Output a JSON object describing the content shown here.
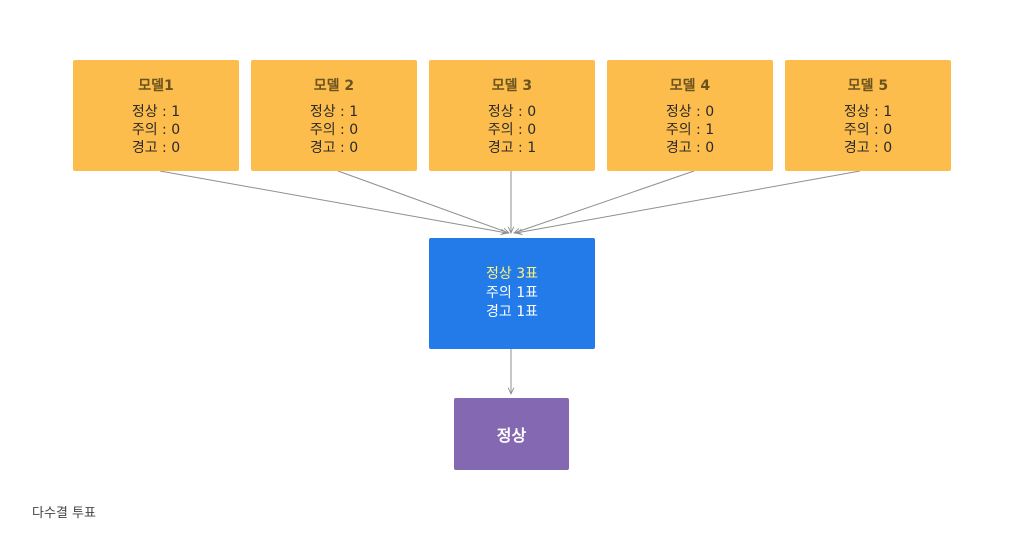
{
  "colors": {
    "model_fill": "#fdbd4d",
    "tally_fill": "#227be8",
    "result_fill": "#8468b1",
    "arrow": "#8f8f8f",
    "tally_highlight": "#fff27a"
  },
  "models": [
    {
      "title": "모델1",
      "normal": "정상 : 1",
      "caution": "주의 : 0",
      "warning": "경고 : 0"
    },
    {
      "title": "모델 2",
      "normal": "정상 : 1",
      "caution": "주의 : 0",
      "warning": "경고 : 0"
    },
    {
      "title": "모델 3",
      "normal": "정상 : 0",
      "caution": "주의 : 0",
      "warning": "경고 : 1"
    },
    {
      "title": "모델 4",
      "normal": "정상 : 0",
      "caution": "주의 : 1",
      "warning": "경고 : 0"
    },
    {
      "title": "모델 5",
      "normal": "정상 : 1",
      "caution": "주의 : 0",
      "warning": "경고 : 0"
    }
  ],
  "tally": {
    "normal": "정상 3표",
    "caution": "주의 1표",
    "warning": "경고 1표"
  },
  "result": {
    "label": "정상"
  },
  "caption": "다수결 투표"
}
